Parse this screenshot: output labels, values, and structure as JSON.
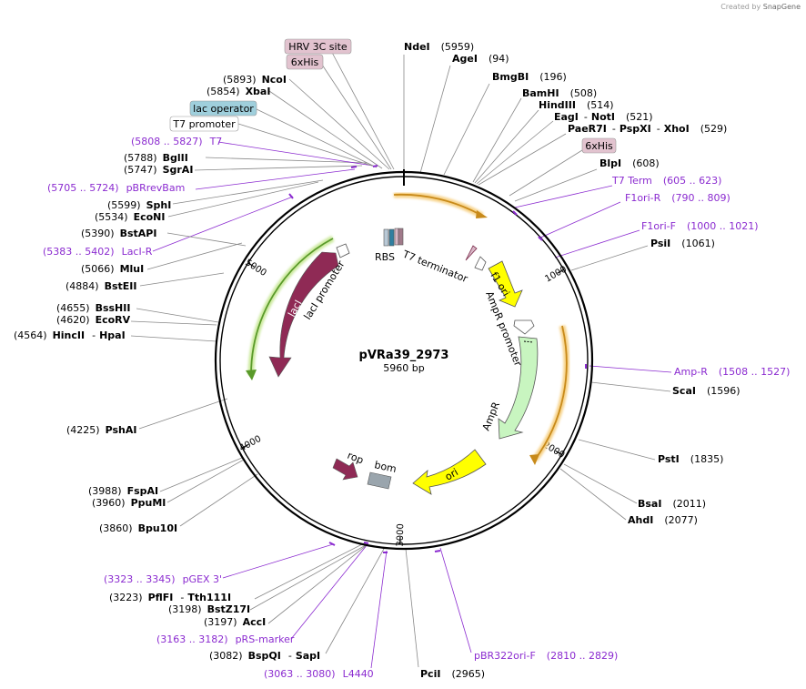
{
  "credit": {
    "prefix": "Created by",
    "brand": "SnapGene"
  },
  "plasmid": {
    "name": "pVRa39_2973",
    "size": "5960 bp",
    "length": 5960
  },
  "ticks": [
    "1000",
    "2000",
    "3000",
    "4000",
    "5000"
  ],
  "enzymes": [
    {
      "id": "ndei",
      "name": "NdeI",
      "pos": "(5959)",
      "bp": 5959
    },
    {
      "id": "agei",
      "name": "AgeI",
      "pos": "(94)",
      "bp": 94
    },
    {
      "id": "bmgbi",
      "name": "BmgBI",
      "pos": "(196)",
      "bp": 196
    },
    {
      "id": "bamhi",
      "name": "BamHI",
      "pos": "(508)",
      "bp": 508
    },
    {
      "id": "hindiii",
      "name": "HindIII",
      "pos": "(514)",
      "bp": 514
    },
    {
      "id": "eagi-noti",
      "name": "EagI",
      "name2": "NotI",
      "pos": "(521)",
      "bp": 521
    },
    {
      "id": "paer7i-pspxi-xhoi",
      "name": "PaeR7I",
      "name2": "PspXI",
      "name3": "XhoI",
      "pos": "(529)",
      "bp": 529
    },
    {
      "id": "blpi",
      "name": "BlpI",
      "pos": "(608)",
      "bp": 608
    },
    {
      "id": "psii",
      "name": "PsiI",
      "pos": "(1061)",
      "bp": 1061
    },
    {
      "id": "scai",
      "name": "ScaI",
      "pos": "(1596)",
      "bp": 1596
    },
    {
      "id": "psti",
      "name": "PstI",
      "pos": "(1835)",
      "bp": 1835
    },
    {
      "id": "bsai",
      "name": "BsaI",
      "pos": "(2011)",
      "bp": 2011
    },
    {
      "id": "ahdi",
      "name": "AhdI",
      "pos": "(2077)",
      "bp": 2077
    },
    {
      "id": "pcii",
      "name": "PciI",
      "pos": "(2965)",
      "bp": 2965
    },
    {
      "id": "bspqi-sapi",
      "name": "BspQI",
      "name2": "SapI",
      "pos": "(3082)",
      "bp": 3082
    },
    {
      "id": "acci",
      "name": "AccI",
      "pos": "(3197)",
      "bp": 3197
    },
    {
      "id": "bstz17i",
      "name": "BstZ17I",
      "pos": "(3198)",
      "bp": 3198
    },
    {
      "id": "pflfi-tth111i",
      "name": "PflFI",
      "name2": "Tth111I",
      "pos": "(3223)",
      "bp": 3223
    },
    {
      "id": "bpu10i",
      "name": "Bpu10I",
      "pos": "(3860)",
      "bp": 3860
    },
    {
      "id": "ppumi",
      "name": "PpuMI",
      "pos": "(3960)",
      "bp": 3960
    },
    {
      "id": "fspai",
      "name": "FspAI",
      "pos": "(3988)",
      "bp": 3988
    },
    {
      "id": "pshai",
      "name": "PshAI",
      "pos": "(4225)",
      "bp": 4225
    },
    {
      "id": "hincii-hpai",
      "name": "HincII",
      "name2": "HpaI",
      "pos": "(4564)",
      "bp": 4564
    },
    {
      "id": "ecorv",
      "name": "EcoRV",
      "pos": "(4620)",
      "bp": 4620
    },
    {
      "id": "bsshii",
      "name": "BssHII",
      "pos": "(4655)",
      "bp": 4655
    },
    {
      "id": "bsteii",
      "name": "BstEII",
      "pos": "(4884)",
      "bp": 4884
    },
    {
      "id": "mlui",
      "name": "MluI",
      "pos": "(5066)",
      "bp": 5066
    },
    {
      "id": "bstapi",
      "name": "BstAPI",
      "pos": "(5390)",
      "bp": 5390
    },
    {
      "id": "econi",
      "name": "EcoNI",
      "pos": "(5534)",
      "bp": 5534
    },
    {
      "id": "sphi",
      "name": "SphI",
      "pos": "(5599)",
      "bp": 5599
    },
    {
      "id": "sgrai",
      "name": "SgrAI",
      "pos": "(5747)",
      "bp": 5747
    },
    {
      "id": "bglii",
      "name": "BglII",
      "pos": "(5788)",
      "bp": 5788
    },
    {
      "id": "xbai",
      "name": "XbaI",
      "pos": "(5854)",
      "bp": 5854
    },
    {
      "id": "ncoi",
      "name": "NcoI",
      "pos": "(5893)",
      "bp": 5893
    }
  ],
  "primers": [
    {
      "id": "t7-term",
      "name": "T7 Term",
      "range": "(605 .. 623)"
    },
    {
      "id": "f1ori-r",
      "name": "F1ori-R",
      "range": "(790 .. 809)"
    },
    {
      "id": "f1ori-f",
      "name": "F1ori-F",
      "range": "(1000 .. 1021)"
    },
    {
      "id": "amp-r",
      "name": "Amp-R",
      "range": "(1508 .. 1527)"
    },
    {
      "id": "pbr322ori-f",
      "name": "pBR322ori-F",
      "range": "(2810 .. 2829)"
    },
    {
      "id": "l4440",
      "name": "L4440",
      "range": "(3063 .. 3080)"
    },
    {
      "id": "prs-marker",
      "name": "pRS-marker",
      "range": "(3163 .. 3182)"
    },
    {
      "id": "pgex-3",
      "name": "pGEX 3'",
      "range": "(3323 .. 3345)"
    },
    {
      "id": "laci-r",
      "name": "LacI-R",
      "range": "(5383 .. 5402)"
    },
    {
      "id": "pbrrevbam",
      "name": "pBRrevBam",
      "range": "(5705 .. 5724)"
    },
    {
      "id": "t7",
      "name": "T7",
      "range": "(5808 .. 5827)"
    }
  ],
  "boxed_features": [
    {
      "id": "hrv-3c-site",
      "label": "HRV 3C site",
      "fill": "#e2c3cf"
    },
    {
      "id": "6xhis-top",
      "label": "6xHis",
      "fill": "#e2c3cf"
    },
    {
      "id": "lac-operator",
      "label": "lac operator",
      "fill": "#9fcfdc"
    },
    {
      "id": "t7-promoter",
      "label": "T7 promoter",
      "fill": "#ffffff"
    },
    {
      "id": "6xhis-right",
      "label": "6xHis",
      "fill": "#e2c3cf"
    }
  ],
  "features": {
    "rbs": "RBS",
    "t7_terminator": "T7 terminator",
    "f1_ori": "f1 ori",
    "ampr_promoter": "AmpR promoter",
    "ampr": "AmpR",
    "ori": "ori",
    "rop": "rop",
    "bom": "bom",
    "laci": "lacI",
    "laci_promoter": "lacI promoter"
  },
  "colors": {
    "primer": "#8b2bd0",
    "laci": "#8f2a55",
    "f1ori_yellow": "#ffff00",
    "ampr_green": "#c8f5c0",
    "orange_orf": "#c88a1a",
    "green_orf": "#5a9a2a",
    "bom_gray": "#9aa5ad"
  }
}
